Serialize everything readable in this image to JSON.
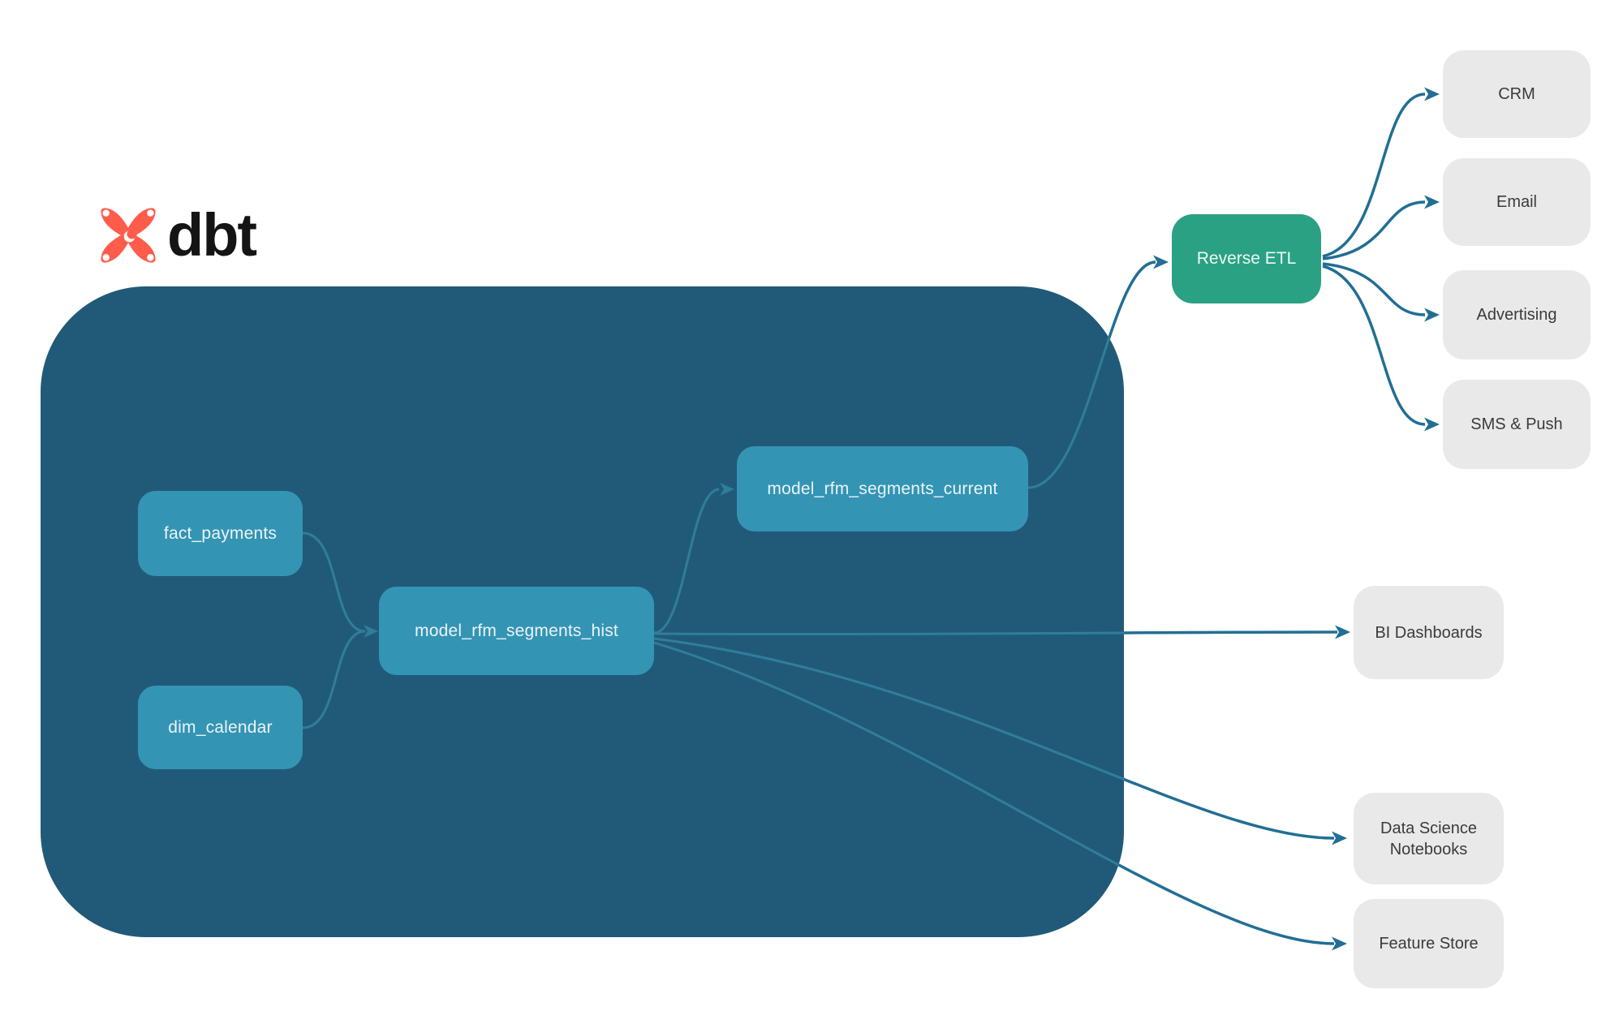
{
  "logo": {
    "text": "dbt",
    "icon": "dbt-star-icon"
  },
  "colors": {
    "canvas_bg": "#ffffff",
    "container_fill": "#215a78",
    "model_node_fill": "#3494b4",
    "model_node_text": "#eaf4f8",
    "etl_fill": "#2ba184",
    "etl_text": "#ecfaf4",
    "dest_fill": "#e9e9e9",
    "dest_text": "#3b3b3b",
    "edge_inner": "#2f7e9b",
    "edge_outer": "#226e94",
    "logo_orange": "#ff5c4c",
    "logo_text_color": "#141414"
  },
  "nodes": {
    "fact_payments": {
      "label": "fact_payments"
    },
    "dim_calendar": {
      "label": "dim_calendar"
    },
    "model_rfm_segments_hist": {
      "label": "model_rfm_segments_hist"
    },
    "model_rfm_segments_current": {
      "label": "model_rfm_segments_current"
    },
    "reverse_etl": {
      "label": "Reverse ETL"
    },
    "crm": {
      "label": "CRM"
    },
    "email": {
      "label": "Email"
    },
    "advertising": {
      "label": "Advertising"
    },
    "sms_push": {
      "label": "SMS & Push"
    },
    "bi_dashboards": {
      "label": "BI Dashboards"
    },
    "data_science_notebooks": {
      "label": "Data Science Notebooks"
    },
    "feature_store": {
      "label": "Feature Store"
    }
  },
  "edges": [
    {
      "from": "fact_payments",
      "to": "model_rfm_segments_hist"
    },
    {
      "from": "dim_calendar",
      "to": "model_rfm_segments_hist"
    },
    {
      "from": "model_rfm_segments_hist",
      "to": "model_rfm_segments_current"
    },
    {
      "from": "model_rfm_segments_current",
      "to": "reverse_etl"
    },
    {
      "from": "reverse_etl",
      "to": "crm"
    },
    {
      "from": "reverse_etl",
      "to": "email"
    },
    {
      "from": "reverse_etl",
      "to": "advertising"
    },
    {
      "from": "reverse_etl",
      "to": "sms_push"
    },
    {
      "from": "model_rfm_segments_hist",
      "to": "bi_dashboards"
    },
    {
      "from": "model_rfm_segments_hist",
      "to": "data_science_notebooks"
    },
    {
      "from": "model_rfm_segments_hist",
      "to": "feature_store"
    }
  ]
}
